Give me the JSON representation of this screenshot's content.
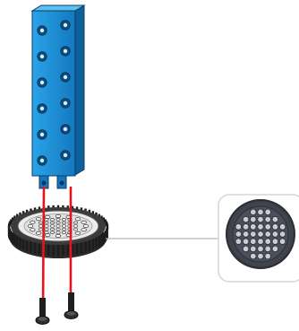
{
  "diagram": {
    "kind": "assembly-instruction",
    "parts": {
      "beam": {
        "icon": "blue-beam-icon",
        "color": "#1e8fd6",
        "holes_per_column": 6,
        "columns": 2
      },
      "gear_plate": {
        "icon": "gear-disc-icon",
        "color": "#444444"
      },
      "screws": {
        "icon": "screw-icon",
        "count": 2
      },
      "guide_lines": {
        "color": "#e8141c"
      }
    },
    "callout": {
      "icon": "gear-hub-closeup-icon",
      "border_color": "#d6d6d6"
    }
  }
}
